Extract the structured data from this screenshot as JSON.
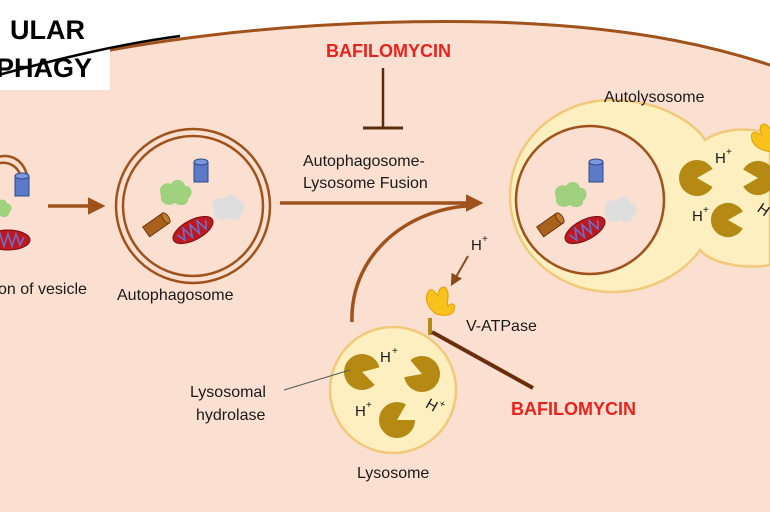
{
  "title_lines": [
    "ULAR",
    "PHAGY"
  ],
  "labels": {
    "vesicle_caption": "on of vesicle",
    "autophagosome": "Autophagosome",
    "fusion_line1": "Autophagosome-",
    "fusion_line2": "Lysosome Fusion",
    "autolysosome": "Autolysosome",
    "lysosome": "Lysosome",
    "hydrolase_line1": "Lysosomal",
    "hydrolase_line2": "hydrolase",
    "v_atpase": "V-ATPase",
    "proton": "H",
    "proton_sup": "+"
  },
  "inhibitors": {
    "top": "BAFILOMYCIN",
    "bottom": "BAFILOMYCIN"
  },
  "colors": {
    "cell": "#fbe0d2",
    "outline": "#a0521d",
    "lumen": "#fdefc0",
    "hydrolase": "#b48a14",
    "inhibitor": "#e8231f",
    "pump": "#f7c21b"
  }
}
